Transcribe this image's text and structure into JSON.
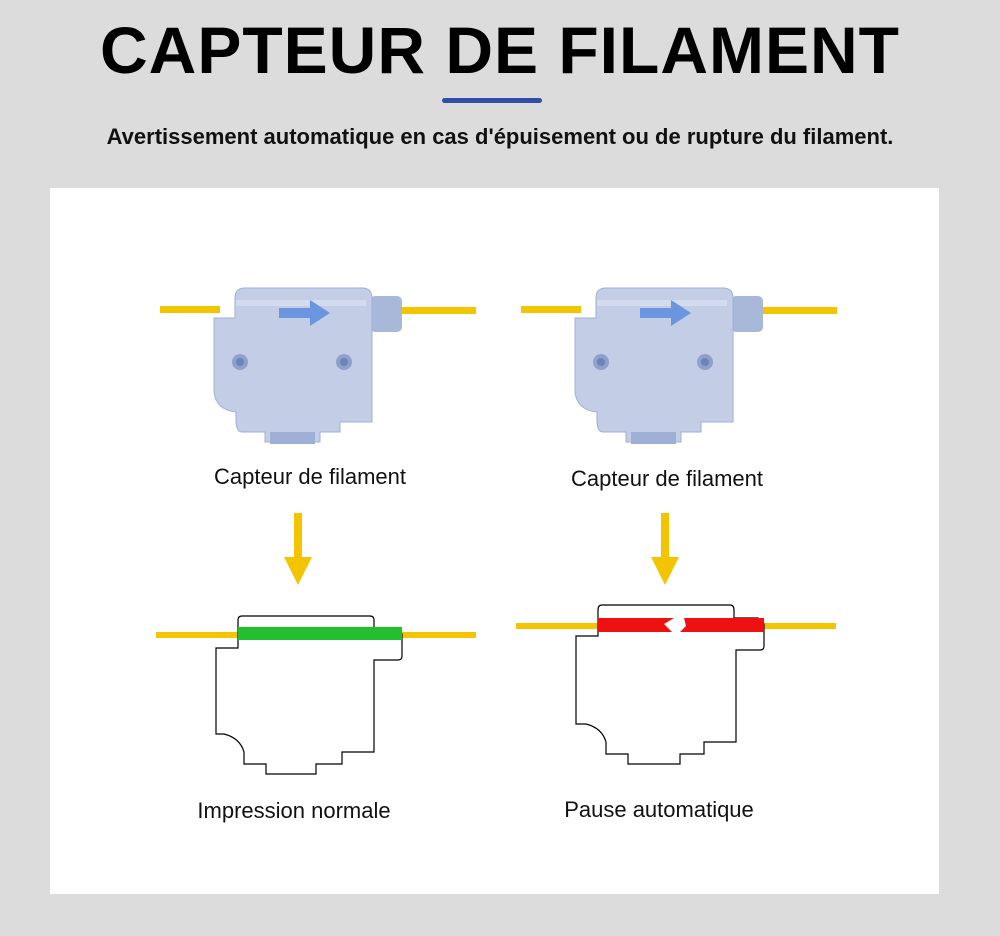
{
  "header": {
    "title": "CAPTEUR DE FILAMENT",
    "subtitle": "Avertissement automatique en cas d'épuisement ou de rupture du filament."
  },
  "panels": {
    "left": {
      "sensor_label": "Capteur de filament",
      "state_label": "Impression normale",
      "filament_state_color": "#22c02e"
    },
    "right": {
      "sensor_label": "Capteur de filament",
      "state_label": "Pause automatique",
      "filament_state_color": "#ee1111"
    }
  },
  "colors": {
    "filament": "#f3c400",
    "arrow": "#f3c400",
    "sensor_body": "#b7c3e0",
    "direction_arrow": "#6c95e0",
    "accent_bar": "#2f4fa8"
  }
}
